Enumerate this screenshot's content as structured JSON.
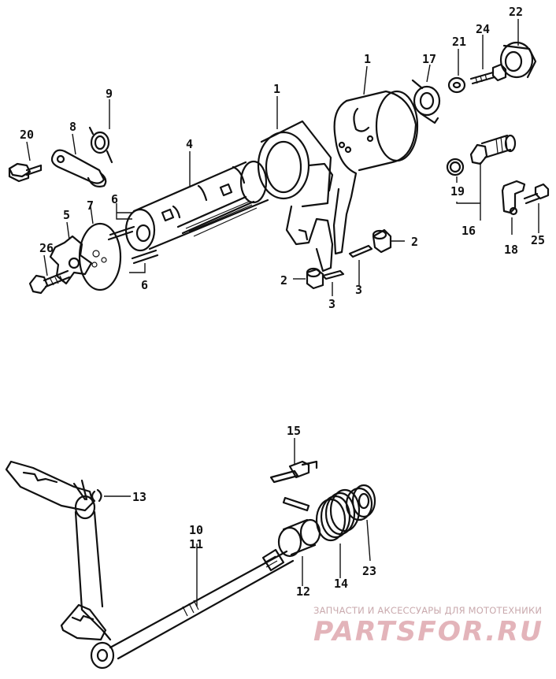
{
  "diagram": {
    "callouts": {
      "p1a": "1",
      "p1b": "1",
      "p2a": "2",
      "p2b": "2",
      "p3a": "3",
      "p3b": "3",
      "p4": "4",
      "p5": "5",
      "p6a": "6",
      "p6b": "6",
      "p7": "7",
      "p8": "8",
      "p9": "9",
      "p10": "10",
      "p11": "11",
      "p12": "12",
      "p13": "13",
      "p14": "14",
      "p15": "15",
      "p16": "16",
      "p17": "17",
      "p18": "18",
      "p19": "19",
      "p20": "20",
      "p21": "21",
      "p22": "22",
      "p23": "23",
      "p24": "24",
      "p25": "25",
      "p26": "26"
    }
  },
  "watermark": {
    "tagline": "ЗАПЧАСТИ И АКСЕССУАРЫ ДЛЯ МОТОТЕХНИКИ",
    "logo_text": "PARTSFOR.RU",
    "color": "#e3b4ba"
  }
}
